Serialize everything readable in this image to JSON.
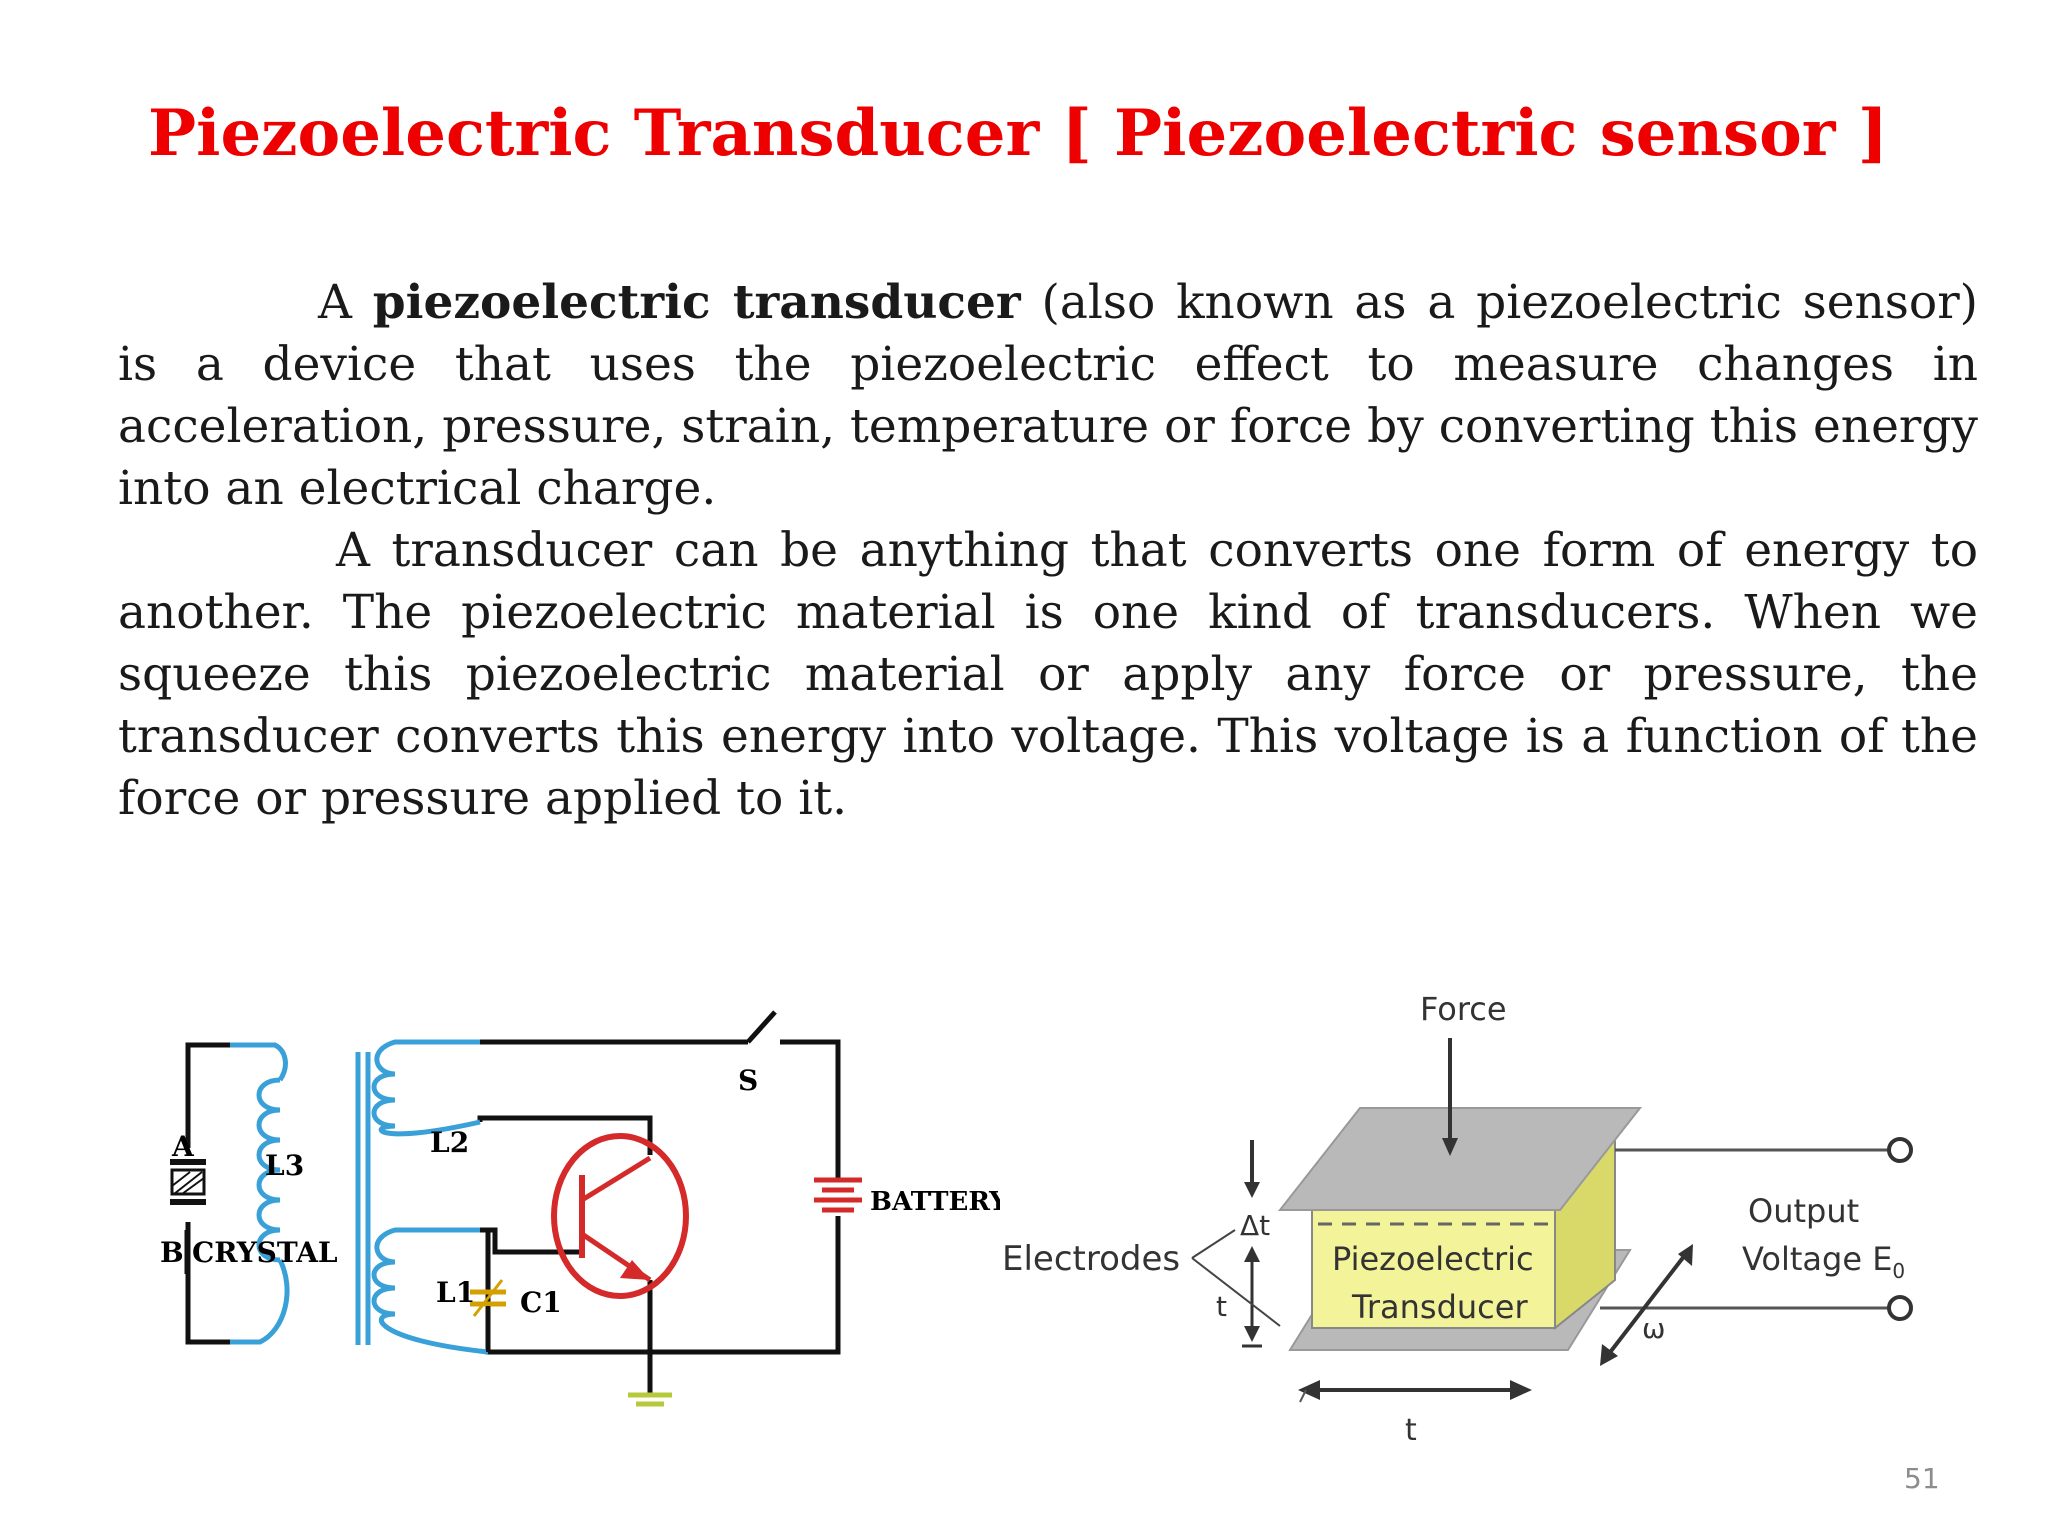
{
  "slide": {
    "title": "Piezoelectric Transducer [ Piezoelectric sensor ]",
    "page_number": "51"
  },
  "paragraphs": [
    {
      "lead": "A ",
      "bold": "piezoelectric transducer",
      "rest": " (also known as a piezoelectric sensor) is a device that uses the piezoelectric effect to measure changes in acceleration, pressure, strain, temperature or force by converting this energy into an electrical charge."
    },
    {
      "text": "A transducer can be anything that converts one form of energy to another. The piezoelectric material is one kind of transducers. When we squeeze this piezoelectric material or apply any force or pressure, the transducer converts this energy into voltage. This voltage is a function of the force or pressure applied to it."
    }
  ],
  "circuit_diagram": {
    "label_a": "A",
    "label_b": "B",
    "label_crystal": "CRYSTAL",
    "label_l3": "L3",
    "label_l2": "L2",
    "label_l1": "L1",
    "label_c1": "C1",
    "label_s": "S",
    "label_battery": "BATTERY",
    "colors": {
      "wire": "#111111",
      "coil": "#3aa0d8",
      "transistor": "#d42a2a",
      "ground": "#b5c93a"
    }
  },
  "transducer_diagram": {
    "label_force": "Force",
    "label_electrodes": "Electrodes",
    "label_delta_t": "Δt",
    "label_t_vertical": "t",
    "label_t_horizontal": "t",
    "label_material_line1": "Piezoelectric",
    "label_material_line2": "Transducer",
    "label_omega": "ω",
    "label_output_line1": "Output",
    "label_output_line2": "Voltage E",
    "label_output_sub": "0",
    "colors": {
      "plate": "#b9b9b9",
      "crystal_front": "#f3f39a",
      "crystal_side": "#d9d96a",
      "line": "#333333"
    }
  }
}
